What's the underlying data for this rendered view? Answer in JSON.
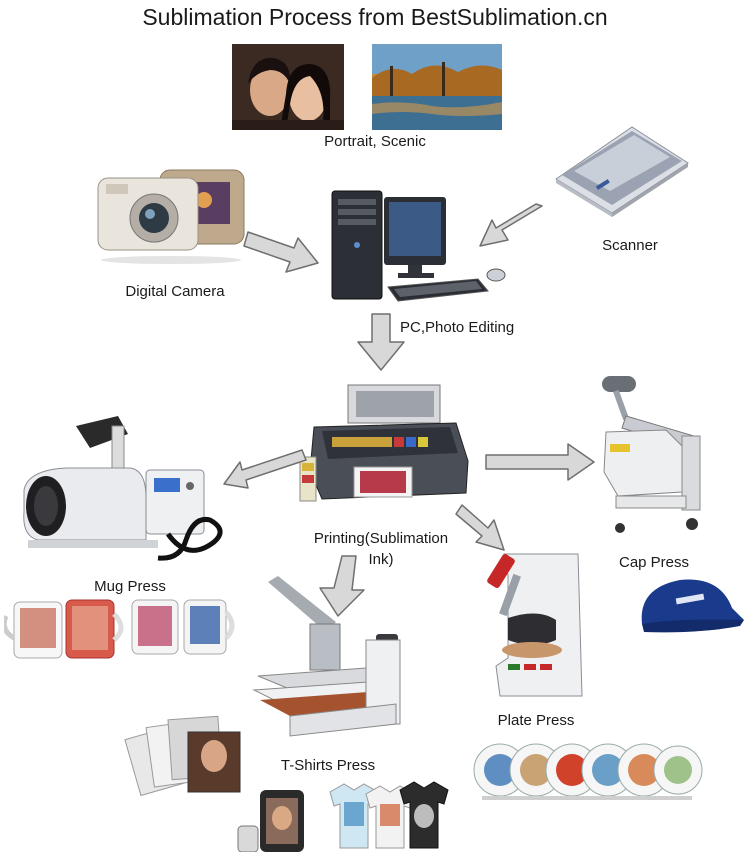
{
  "title": "Sublimation Process from BestSublimation.cn",
  "labels": {
    "portrait_scenic": "Portrait, Scenic",
    "digital_camera": "Digital Camera",
    "scanner": "Scanner",
    "pc_editing": "PC,Photo Editing",
    "printing_line1": "Printing(Sublimation",
    "printing_line2": "Ink)",
    "mug_press": "Mug Press",
    "cap_press": "Cap Press",
    "plate_press": "Plate Press",
    "tshirt_press": "T-Shirts Press"
  },
  "icons": [
    "portrait-photo-icon",
    "scenic-photo-icon",
    "digital-camera-icon",
    "desktop-pc-icon",
    "scanner-icon",
    "inkjet-printer-icon",
    "mug-press-icon",
    "mugs-icon",
    "cap-press-icon",
    "cap-icon",
    "plate-press-icon",
    "plates-icon",
    "tshirt-press-icon",
    "phone-cases-icon",
    "photo-slates-icon",
    "tshirts-icon"
  ],
  "colors": {
    "arrow_fill": "#d8d8d8",
    "arrow_stroke": "#6f6f6f",
    "press_red": "#c62828",
    "cap_blue": "#1a3a8c"
  }
}
